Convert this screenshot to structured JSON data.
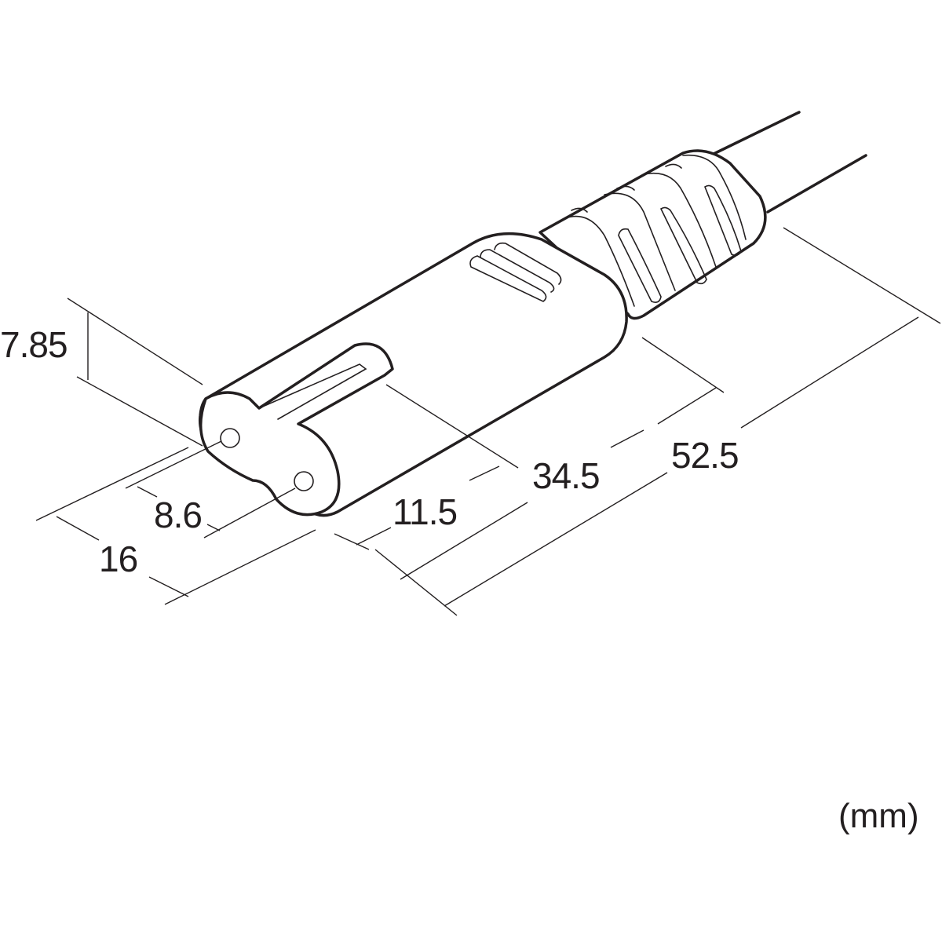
{
  "units_label": "(mm)",
  "dimensions": {
    "height": "7.85",
    "pin_pitch": "8.6",
    "width": "16",
    "face_depth": "11.5",
    "body_length": "34.5",
    "total_length": "52.5"
  },
  "colors": {
    "line": "#231f20",
    "background": "#ffffff"
  }
}
